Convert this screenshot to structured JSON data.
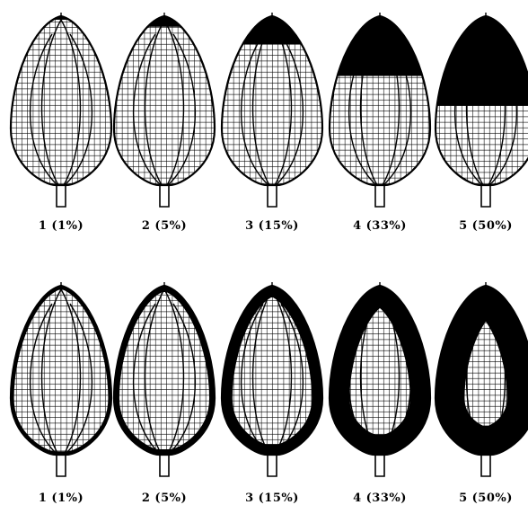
{
  "colors": {
    "ink": "#000000",
    "paper": "#ffffff"
  },
  "rows": [
    {
      "pattern": "tip-to-base",
      "leaves": [
        {
          "label": "1 (1%)",
          "severity": 0.01
        },
        {
          "label": "2 (5%)",
          "severity": 0.05
        },
        {
          "label": "3 (15%)",
          "severity": 0.15
        },
        {
          "label": "4 (33%)",
          "severity": 0.33
        },
        {
          "label": "5 (50%)",
          "severity": 0.5
        }
      ]
    },
    {
      "pattern": "margin-inward",
      "leaves": [
        {
          "label": "1 (1%)",
          "severity": 0.01
        },
        {
          "label": "2 (5%)",
          "severity": 0.05
        },
        {
          "label": "3 (15%)",
          "severity": 0.15
        },
        {
          "label": "4 (33%)",
          "severity": 0.33
        },
        {
          "label": "5 (50%)",
          "severity": 0.5
        }
      ]
    }
  ]
}
